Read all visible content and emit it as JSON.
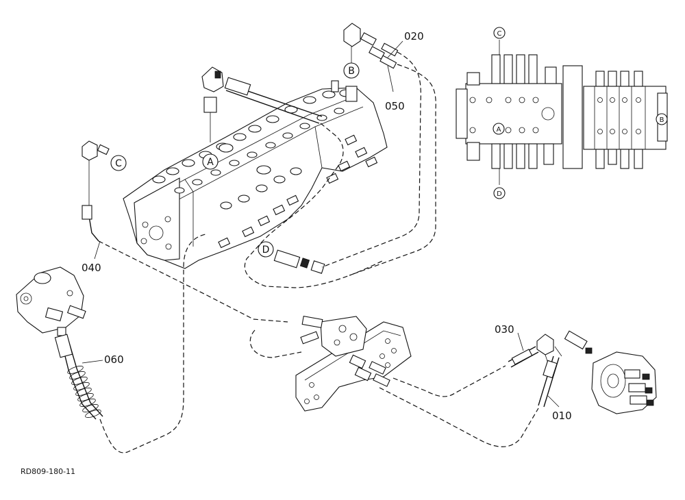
{
  "diagram": {
    "drawing_code": "RD809-180-11",
    "part_callouts": [
      "020",
      "050",
      "040",
      "060",
      "030",
      "010"
    ],
    "port_markers": {
      "a": "A",
      "b": "B",
      "c": "C",
      "d": "D"
    }
  }
}
